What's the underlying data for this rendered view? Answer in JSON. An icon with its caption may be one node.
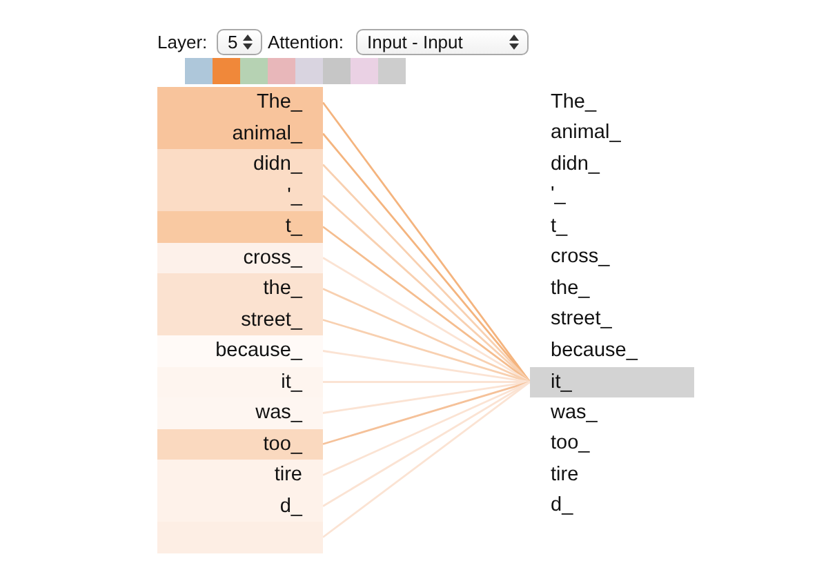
{
  "diagram": {
    "nodes": [
      {
        "text": [
          "The_"
        ]
      },
      {
        "text": [
          "animal_"
        ]
      },
      {
        "text": [
          "didn_"
        ]
      },
      {
        "text": [
          "'_"
        ]
      },
      {
        "text": [
          "t_"
        ]
      },
      {
        "text": [
          "cross_"
        ]
      },
      {
        "text": [
          "the_"
        ]
      },
      {
        "text": [
          "street_"
        ]
      },
      {
        "text": [
          "because_"
        ]
      },
      {
        "text": [
          "it_"
        ]
      },
      {
        "text": [
          "was_"
        ]
      },
      {
        "text": [
          "too_"
        ]
      },
      {
        "text": [
          "tire"
        ]
      },
      {
        "text": [
          "d_"
        ]
      },
      {
        "text": [],
        "shape": "box"
      },
      {
        "text": [
          "The_"
        ]
      },
      {
        "text": [
          "animal_"
        ]
      },
      {
        "text": [
          "didn_"
        ]
      },
      {
        "text": [
          "'_"
        ]
      },
      {
        "text": [
          "t_"
        ]
      },
      {
        "text": [
          "cross_"
        ]
      },
      {
        "text": [
          "the_"
        ]
      },
      {
        "text": [
          "street_"
        ]
      },
      {
        "text": [
          "because_"
        ]
      },
      {
        "text": [
          "it_"
        ]
      },
      {
        "text": [
          "was_"
        ]
      },
      {
        "text": [
          "too_"
        ]
      },
      {
        "text": [
          "tire"
        ]
      },
      {
        "text": [
          "d_"
        ]
      }
    ],
    "edges": [
      {
        "from": 0,
        "to": 24,
        "arrow": "none",
        "color": "#f4b47e"
      },
      {
        "from": 1,
        "to": 24,
        "arrow": "none",
        "color": "#f4b47e"
      },
      {
        "from": 2,
        "to": 24,
        "arrow": "none",
        "color": "#f8d0b0"
      },
      {
        "from": 3,
        "to": 24,
        "arrow": "none",
        "color": "#f8d0b0"
      },
      {
        "from": 4,
        "to": 24,
        "arrow": "none",
        "color": "#f5bd8e"
      },
      {
        "from": 5,
        "to": 24,
        "arrow": "none"
      },
      {
        "from": 6,
        "to": 24,
        "arrow": "none",
        "color": "#f8d0b0"
      },
      {
        "from": 7,
        "to": 24,
        "arrow": "none",
        "color": "#f8d0b0"
      },
      {
        "from": 8,
        "to": 24,
        "arrow": "none"
      },
      {
        "from": 9,
        "to": 24,
        "arrow": "none"
      },
      {
        "from": 10,
        "to": 24,
        "arrow": "none"
      },
      {
        "from": 11,
        "to": 24,
        "arrow": "none",
        "color": "#f5c199"
      },
      {
        "from": 12,
        "to": 24,
        "arrow": "none"
      },
      {
        "from": 13,
        "to": 24,
        "arrow": "none"
      },
      {
        "from": 14,
        "to": 24,
        "arrow": "none"
      }
    ],
    "labels": [
      "Layer:",
      "5",
      "Attention:",
      "Input - Input"
    ]
  }
}
